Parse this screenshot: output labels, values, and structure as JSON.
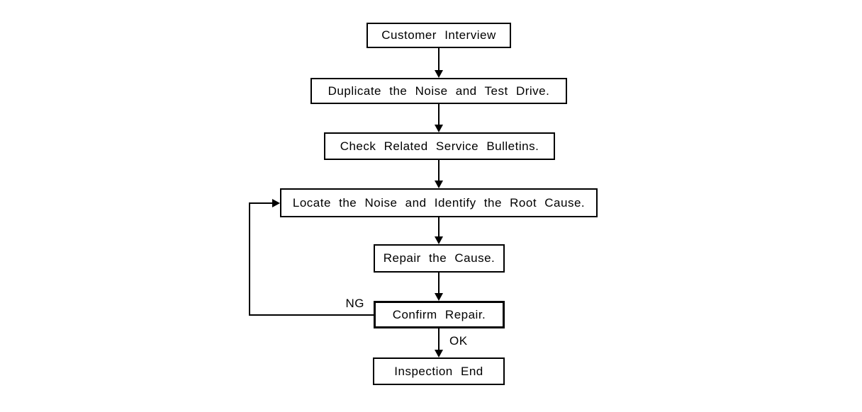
{
  "diagram": {
    "type": "flowchart",
    "background": "#ffffff",
    "line_color": "#000000",
    "text_color": "#000000",
    "nodes": [
      {
        "id": "customer-interview",
        "label": "Customer Interview"
      },
      {
        "id": "duplicate-noise",
        "label": "Duplicate the Noise and Test Drive."
      },
      {
        "id": "check-bulletins",
        "label": "Check Related Service Bulletins."
      },
      {
        "id": "locate-noise",
        "label": "Locate the Noise and Identify the Root Cause."
      },
      {
        "id": "repair-cause",
        "label": "Repair the Cause."
      },
      {
        "id": "confirm-repair",
        "label": "Confirm Repair.",
        "emphasized": true
      },
      {
        "id": "inspection-end",
        "label": "Inspection End"
      }
    ],
    "edges": [
      {
        "from": "customer-interview",
        "to": "duplicate-noise",
        "label": ""
      },
      {
        "from": "duplicate-noise",
        "to": "check-bulletins",
        "label": ""
      },
      {
        "from": "check-bulletins",
        "to": "locate-noise",
        "label": ""
      },
      {
        "from": "locate-noise",
        "to": "repair-cause",
        "label": ""
      },
      {
        "from": "repair-cause",
        "to": "confirm-repair",
        "label": ""
      },
      {
        "from": "confirm-repair",
        "to": "inspection-end",
        "label": "OK"
      },
      {
        "from": "confirm-repair",
        "to": "locate-noise",
        "label": "NG"
      }
    ],
    "edge_labels": {
      "ng": "NG",
      "ok": "OK"
    }
  }
}
